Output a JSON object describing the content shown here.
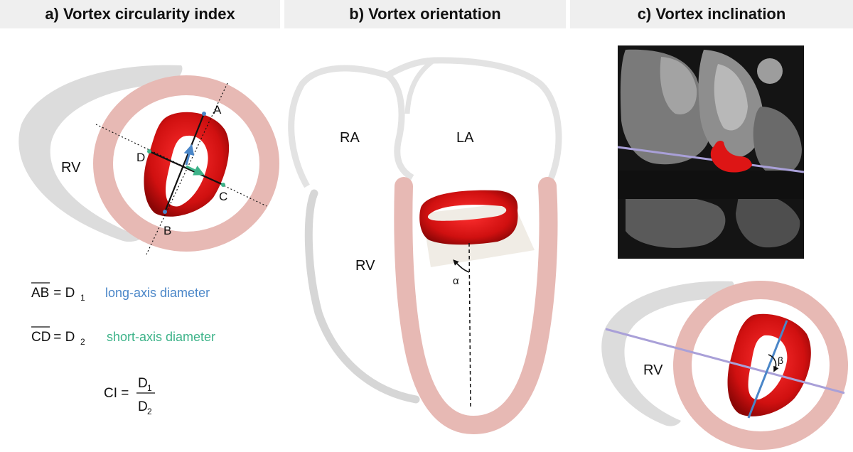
{
  "panels": {
    "a": {
      "title": "a) Vortex circularity index",
      "labels": {
        "rv": "RV",
        "a": "A",
        "b": "B",
        "c": "C",
        "d": "D"
      },
      "legend": {
        "ab_lhs": "AB",
        "ab_eq": " = D",
        "ab_sub": "1",
        "ab_desc": "long-axis diameter",
        "cd_lhs": "CD",
        "cd_eq": " = D",
        "cd_sub": "2",
        "cd_desc": "short-axis diameter"
      },
      "formula": {
        "lhs": "CI =",
        "num": "D",
        "num_sub": "1",
        "den": "D",
        "den_sub": "2"
      }
    },
    "b": {
      "title": "b) Vortex orientation",
      "labels": {
        "ra": "RA",
        "la": "LA",
        "rv": "RV",
        "alpha": "α"
      }
    },
    "c": {
      "title": "c) Vortex inclination",
      "labels": {
        "rv": "RV",
        "beta": "β"
      }
    }
  },
  "colors": {
    "header_bg": "#efefef",
    "wall_pink": "#e7b9b4",
    "wall_gray": "#dcdcdc",
    "vortex_red": "#cc1111",
    "long_axis_blue": "#4a86c8",
    "short_axis_green": "#3db389",
    "plane_purple": "#a9a0d8"
  }
}
